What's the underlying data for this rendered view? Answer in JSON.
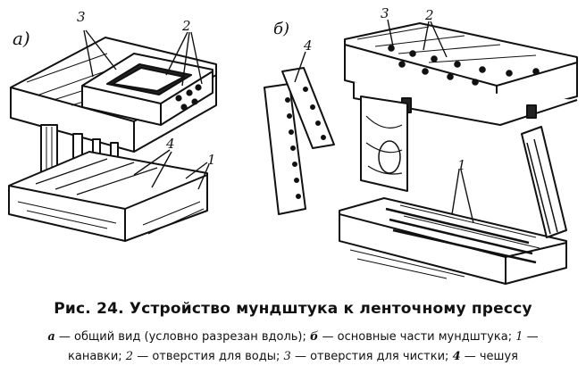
{
  "panel_labels": {
    "a": "а)",
    "b": "б)"
  },
  "callouts": {
    "one": "1",
    "two": "2",
    "three": "3",
    "four": "4"
  },
  "caption": {
    "title": "Рис. 24. Устройство мундштука к ленточному прессу"
  },
  "legend": {
    "a_key": "а",
    "a_text": " — общий вид (условно разрезан вдоль); ",
    "b_key": "б",
    "b_text": " — основные части мундштука; ",
    "k1": "1",
    "t1": " —",
    "t1b": "канавки; ",
    "k2": "2",
    "t2": " — отверстия для воды; ",
    "k3": "3",
    "t3": " — отверстия для чистки; ",
    "k4": "4",
    "t4": " — чешуя"
  }
}
